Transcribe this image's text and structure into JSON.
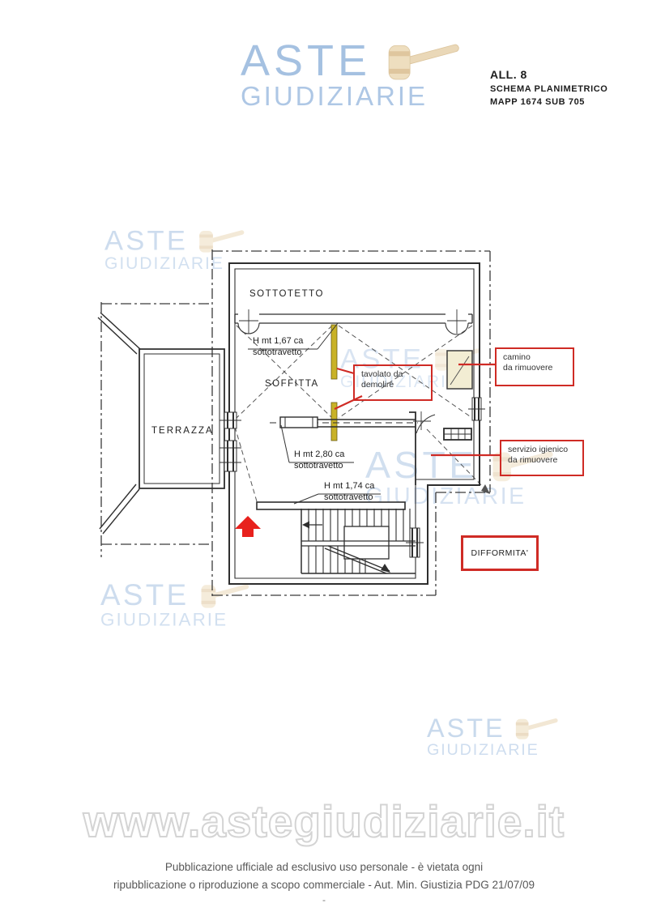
{
  "header": {
    "attachment": "ALL. 8",
    "title": "SCHEMA  PLANIMETRICO",
    "subtitle": "MAPP 1674 SUB 705"
  },
  "brand": {
    "line1": "ASTE",
    "line2": "GIUDIZIARIE"
  },
  "plan": {
    "rooms": {
      "sottotetto": "SOTTOTETTO",
      "soffitta": "SOFFITTA",
      "terrazza": "TERRAZZA"
    },
    "heights": [
      {
        "line1": "H mt 1,67 ca",
        "line2": "sottotravetto"
      },
      {
        "line1": "H mt 2,80 ca",
        "line2": "sottotravetto"
      },
      {
        "line1": "H mt 1,74 ca",
        "line2": "sottotravetto"
      }
    ],
    "callouts": {
      "tavolato": {
        "line1": "tavolato da",
        "line2": "demolire"
      },
      "camino": {
        "line1": "camino",
        "line2": "da rimuovere"
      },
      "servizio": {
        "line1": "servizio igienico",
        "line2": "da rimuovere"
      },
      "difformita": "DIFFORMITA'"
    }
  },
  "watermark_url": "www.astegiudiziarie.it",
  "footer": {
    "line1": "Pubblicazione ufficiale ad esclusivo uso personale - è vietata ogni",
    "line2": "ripubblicazione o riproduzione a scopo commerciale - Aut. Min. Giustizia PDG 21/07/09",
    "line3": "-"
  },
  "colors": {
    "callout_red": "#cf2b25",
    "arrow_red": "#e8211d",
    "logo_blue": "#a5c1e1",
    "gavel_beige": "#ead8b8",
    "partition_yellow": "#c9b227",
    "camino_fill": "#f2edd3"
  }
}
